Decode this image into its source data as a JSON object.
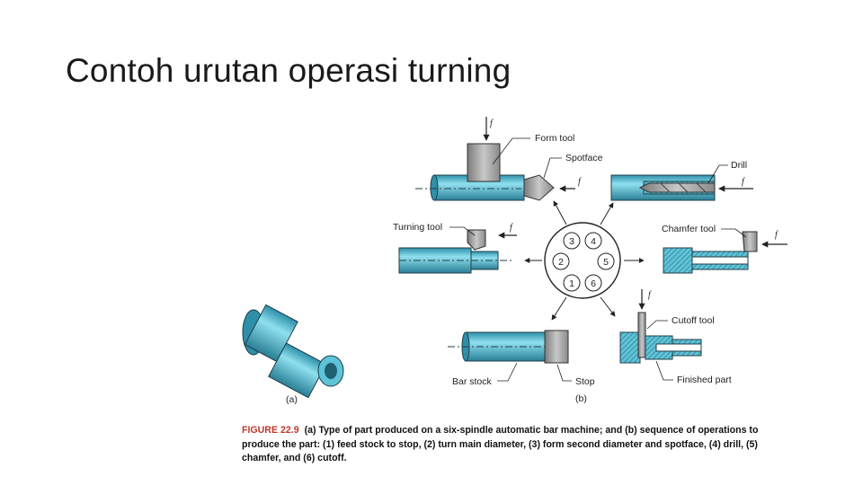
{
  "slide": {
    "title": "Contoh urutan operasi turning"
  },
  "figure": {
    "labels": {
      "form_tool": "Form tool",
      "spotface": "Spotface",
      "drill": "Drill",
      "turning_tool": "Turning tool",
      "chamfer_tool": "Chamfer tool",
      "cutoff_tool": "Cutoff tool",
      "bar_stock": "Bar stock",
      "stop": "Stop",
      "finished_part": "Finished part",
      "feed": "f",
      "part_a": "(a)",
      "part_b": "(b)"
    },
    "spindles": [
      "1",
      "2",
      "3",
      "4",
      "5",
      "6"
    ],
    "caption": {
      "number": "FIGURE 22.9",
      "text": "(a) Type of part produced on a six-spindle automatic bar machine; and (b) sequence of operations to produce the part: (1) feed stock to stop, (2) turn main diameter, (3) form second diameter and spotface, (4) drill, (5) chamfer, and (6) cutoff."
    },
    "colors": {
      "part": "#5fc3d8",
      "part_dark": "#2e8fa8",
      "tool": "#9e9e9e",
      "outline": "#1f3f4a"
    }
  }
}
